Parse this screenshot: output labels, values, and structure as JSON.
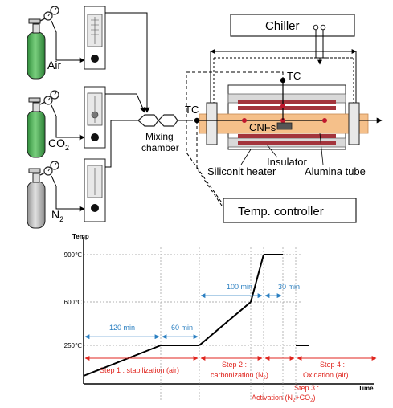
{
  "setup": {
    "gases": [
      {
        "label": "Air"
      },
      {
        "label": "CO",
        "sub": "2"
      },
      {
        "label": "N",
        "sub": "2"
      }
    ],
    "mixing_label_line1": "Mixing",
    "mixing_label_line2": "chamber",
    "chiller_label": "Chiller",
    "tc_top": "TC",
    "tc_left": "TC",
    "cnfs_label": "CNFs",
    "insulator_label": "Insulator",
    "heater_label": "Siliconit  heater",
    "tube_label": "Alumina tube",
    "temp_controller_label": "Temp. controller",
    "colors": {
      "cylinder_green": "#3fa34a",
      "cylinder_gray": "#b4b4b4",
      "alumina_tube": "#f5c08a",
      "heater_bars": "#a3343c",
      "insulator": "#d9d9d9"
    }
  },
  "chart_data": {
    "type": "line",
    "ylabel": "Temp",
    "xlabel": "Time",
    "y_ticks": [
      "900℃",
      "600℃",
      "250℃"
    ],
    "points": [
      {
        "t": 0,
        "T": 25
      },
      {
        "t": 120,
        "T": 250
      },
      {
        "t": 180,
        "T": 250
      },
      {
        "t": 260,
        "T": 600
      },
      {
        "t": 280,
        "T": 900
      },
      {
        "t": 310,
        "T": 900
      }
    ],
    "oxidation_segment": {
      "t_start": 330,
      "t_end": 350,
      "T": 250
    },
    "durations": [
      "120 min",
      "60 min",
      "100 min",
      "30 min"
    ],
    "steps": [
      {
        "line1": "Step 1 : stabilization (air)"
      },
      {
        "line1": "Step 2 :",
        "line2_pre": "carbonization (N",
        "line2_sub": "2",
        "line2_post": ")"
      },
      {
        "line1": "Step 3 :",
        "line2_pre": "Activation (N",
        "line2_sub": "2",
        "line2_mid": "+CO",
        "line2_sub2": "2",
        "line2_post": ")"
      },
      {
        "line1": "Step 4 :",
        "line2_pre": "Oxidation (air)"
      }
    ],
    "colors": {
      "duration": "#2a7fc1",
      "step": "#e0261f",
      "curve": "#000000"
    }
  }
}
